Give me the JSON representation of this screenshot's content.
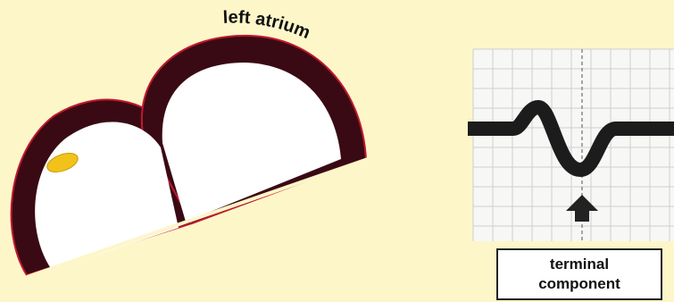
{
  "atrium_label": "left atrium",
  "terminal_label": {
    "line1": "terminal",
    "line2": "component"
  },
  "colors": {
    "background": "#fdf6c9",
    "atrium_wall": "#3a0a14",
    "atrium_wall_edge": "#c0182f",
    "atrium_cavity": "#ffffff",
    "sinus_node": "#f2c21a",
    "ecg_trace": "#1c1c1c",
    "ecg_grid_bg": "#f7f7f5",
    "ecg_grid_line": "#c9c9c9",
    "arrow": "#222222"
  }
}
